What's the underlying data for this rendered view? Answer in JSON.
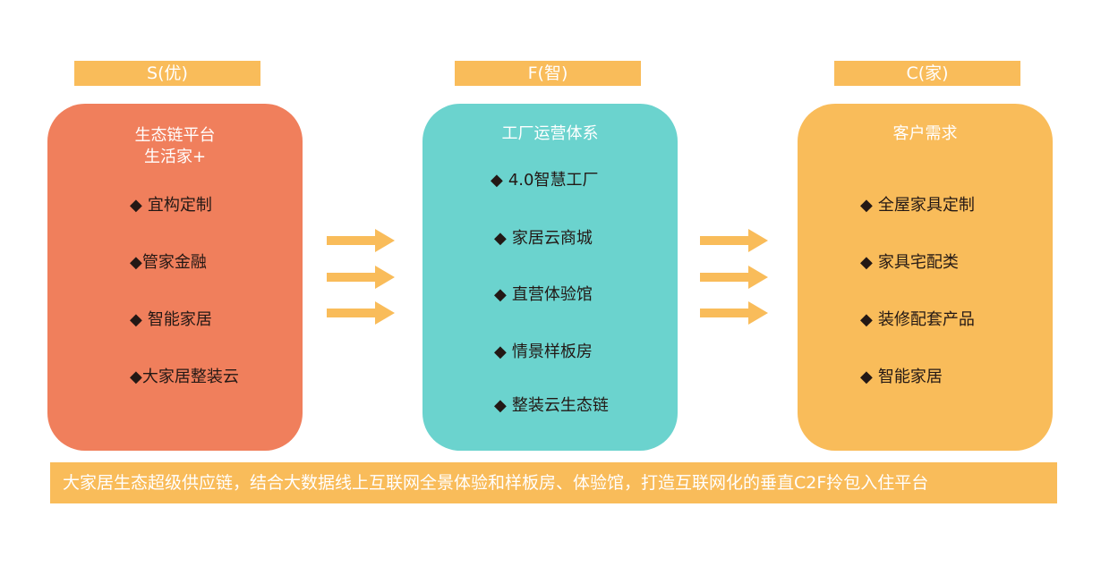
{
  "columns": {
    "s": {
      "tab": "S(优)",
      "title_lines": [
        "生态链平台",
        "生活家+"
      ],
      "items": [
        "宜构定制",
        "管家金融",
        "智能家居",
        "大家居整装云"
      ]
    },
    "f": {
      "tab": "F(智)",
      "title_lines": [
        "工厂运营体系"
      ],
      "items": [
        "4.0智慧工厂",
        "家居云商城",
        "直营体验馆",
        "情景样板房",
        "整装云生态链"
      ]
    },
    "c": {
      "tab": "C(家)",
      "title_lines": [
        "客户需求"
      ],
      "items": [
        "全屋家具定制",
        "家具宅配类",
        "装修配套产品",
        "智能家居"
      ]
    }
  },
  "bullet": "◆",
  "bottom_text": "大家居生态超级供应链，结合大数据线上互联网全景体验和样板房、体验馆，打造互联网化的垂直C2F拎包入住平台",
  "colors": {
    "tab": "#f9bc5a",
    "s_box": "#f07f5c",
    "f_box": "#6bd3ce",
    "c_box": "#f9bc5a",
    "arrow": "#f9bc5a",
    "text_dark": "#231815",
    "text_light": "#ffffff"
  },
  "icons": [
    "diamond-bullet-icon",
    "right-arrow-icon"
  ]
}
